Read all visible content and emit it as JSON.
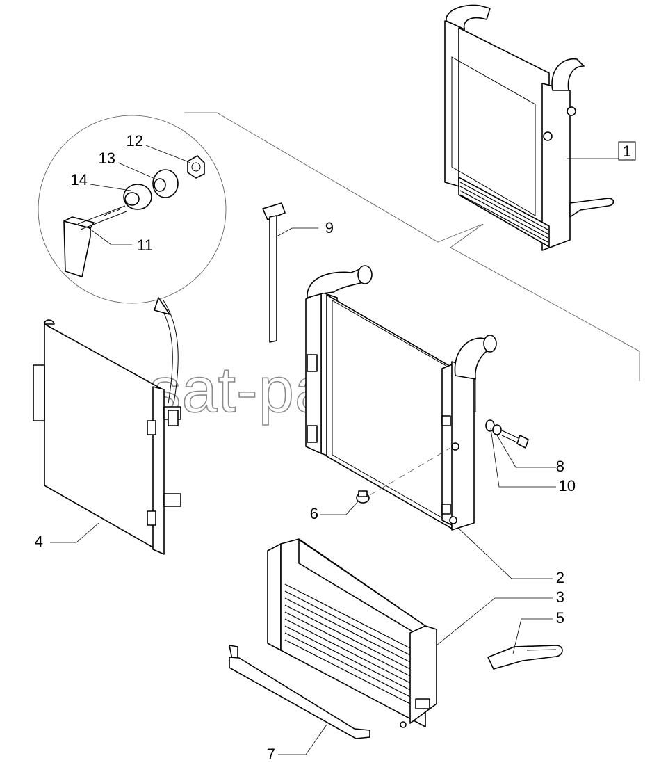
{
  "watermark": "ansat-parts.ru",
  "callouts": [
    {
      "id": "c1",
      "text": "1",
      "boxed": true
    },
    {
      "id": "c2",
      "text": "2"
    },
    {
      "id": "c3",
      "text": "3"
    },
    {
      "id": "c4",
      "text": "4"
    },
    {
      "id": "c5",
      "text": "5"
    },
    {
      "id": "c6",
      "text": "6"
    },
    {
      "id": "c7",
      "text": "7"
    },
    {
      "id": "c8",
      "text": "8"
    },
    {
      "id": "c9",
      "text": "9"
    },
    {
      "id": "c10",
      "text": "10"
    },
    {
      "id": "c11",
      "text": "11"
    },
    {
      "id": "c12",
      "text": "12"
    },
    {
      "id": "c13",
      "text": "13"
    },
    {
      "id": "c14",
      "text": "14"
    }
  ]
}
